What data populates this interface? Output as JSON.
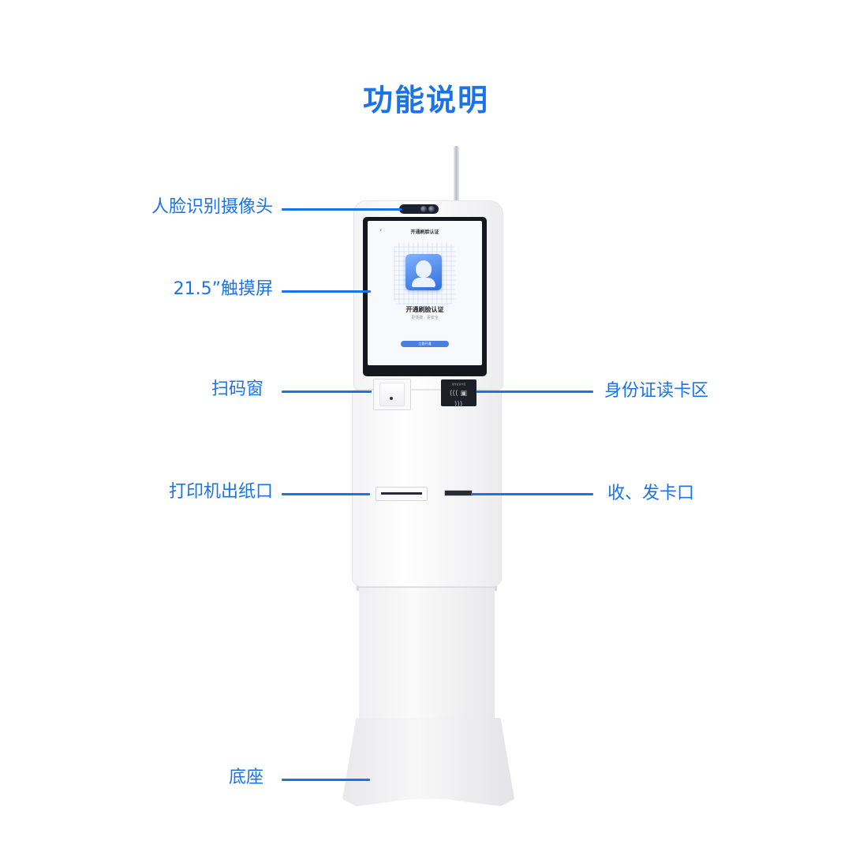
{
  "title": "功能说明",
  "labels": {
    "camera": "人脸识别摄像头",
    "touchscreen": "21.5”触摸屏",
    "scanner": "扫码窗",
    "id_reader": "身份证读卡区",
    "printer": "打印机出纸口",
    "card_slot": "收、发卡口",
    "base": "底座"
  },
  "screen": {
    "back_icon": "chevron-left-icon",
    "back_glyph": "‹",
    "header": "开通刷脸认证",
    "headline": "开通刷脸认证",
    "subline": "更便捷 · 更安全",
    "button": "立即开通"
  },
  "card_reader": {
    "caption": "身份证读卡区",
    "symbol": "((( ▣ )))"
  },
  "colors": {
    "accent": "#1a73e8",
    "kiosk_body": "#f4f4f6",
    "screen_bezel": "#15171d",
    "screen_button": "#4a7fe0"
  }
}
